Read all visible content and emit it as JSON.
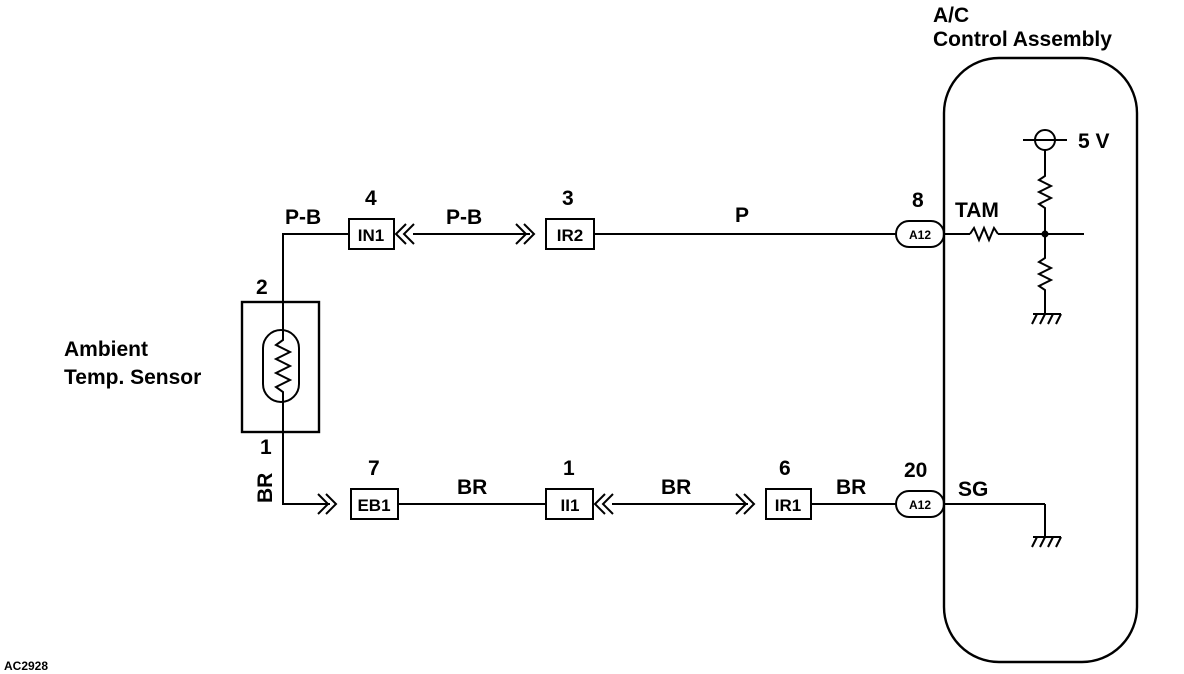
{
  "diagram": {
    "code": "AC2928",
    "sensor": {
      "label_line1": "Ambient",
      "label_line2": "Temp. Sensor",
      "pin_top": "2",
      "pin_bottom": "1"
    },
    "assembly": {
      "label_line1": "A/C",
      "label_line2": "Control Assembly",
      "supply_voltage": "5 V",
      "signal_tam": "TAM",
      "signal_sg": "SG"
    },
    "top_circuit": {
      "wire_sensor": "P-B",
      "connector_1": {
        "pin": "4",
        "name": "IN1"
      },
      "wire_mid": "P-B",
      "connector_2": {
        "pin": "3",
        "name": "IR2"
      },
      "wire_to_ecu": "P",
      "ecu_pin": {
        "pin": "8",
        "name": "A12"
      }
    },
    "bottom_circuit": {
      "wire_sensor": "BR",
      "connector_1": {
        "pin": "7",
        "name": "EB1"
      },
      "wire_1": "BR",
      "connector_2": {
        "pin": "1",
        "name": "II1"
      },
      "wire_2": "BR",
      "connector_3": {
        "pin": "6",
        "name": "IR1"
      },
      "wire_3": "BR",
      "ecu_pin": {
        "pin": "20",
        "name": "A12"
      }
    }
  }
}
